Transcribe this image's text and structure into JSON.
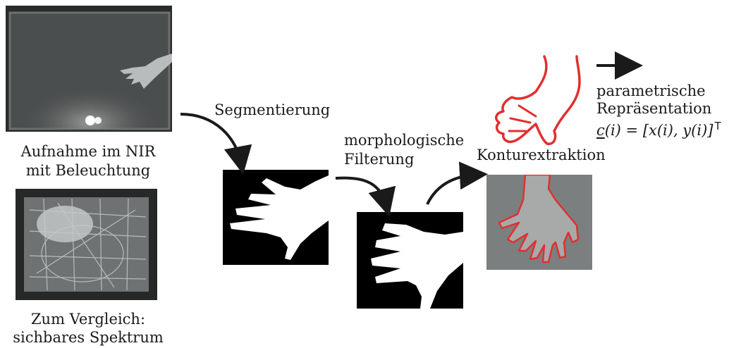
{
  "photos": {
    "nir_caption": [
      "Aufnahme im NIR",
      "mit Beleuchtung"
    ],
    "visible_caption": [
      "Zum Vergleich:",
      "sichbares Spektrum"
    ]
  },
  "steps": {
    "segmentation": "Segmentierung",
    "morphology": [
      "morphologische",
      "Filterung"
    ],
    "contour_extraction": "Konturextraktion",
    "parametric": [
      "parametrische",
      "Repräsentation"
    ]
  },
  "formula": {
    "c": "c",
    "mid": "(i) = [x(i), y(i)]",
    "sup": "T"
  },
  "colors": {
    "contour": "#e03030",
    "arrow": "#1a1a1a",
    "mask_bg": "#000000",
    "mask_fg": "#ffffff"
  }
}
